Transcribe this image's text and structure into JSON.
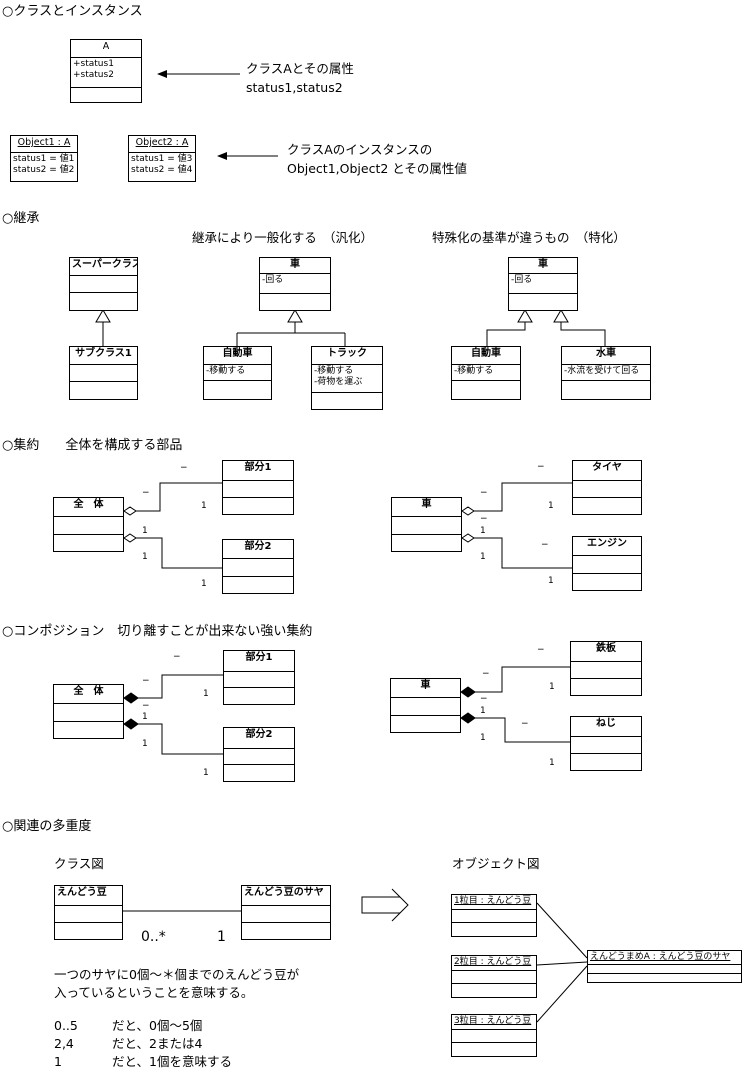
{
  "sections": {
    "class_instance": "○クラスとインスタンス",
    "inheritance": "○継承",
    "aggregation": "○集約　　全体を構成する部品",
    "composition": "○コンポジション　切り離すことが出来ない強い集約",
    "multiplicity": "○関連の多重度"
  },
  "class_instance": {
    "class_a": {
      "name": "A",
      "attr1": "+status1",
      "attr2": "+status2"
    },
    "note1_line1": "クラスAとその属性",
    "note1_line2": "status1,status2",
    "object1": {
      "name": "Object1 : A",
      "attr1": "status1 = 値1",
      "attr2": "status2 = 値2"
    },
    "object2": {
      "name": "Object2 : A",
      "attr1": "status1 = 値3",
      "attr2": "status2 = 値4"
    },
    "note2_line1": "クラスAのインスタンスの",
    "note2_line2": "Object1,Object2 とその属性値"
  },
  "inheritance": {
    "generalization_caption": "継承により一般化する　（汎化）",
    "specialization_caption": "特殊化の基準が違うもの　（特化）",
    "superclass": "スーパークラス",
    "subclass": "サブクラス1",
    "gen_car": {
      "name": "車",
      "op": "-回る"
    },
    "gen_auto": {
      "name": "自動車",
      "op": "-移動する"
    },
    "gen_truck": {
      "name": "トラック",
      "op1": "-移動する",
      "op2": "-荷物を運ぶ"
    },
    "spec_car": {
      "name": "車",
      "op": "-回る"
    },
    "spec_auto": {
      "name": "自動車",
      "op": "-移動する"
    },
    "spec_watermill": {
      "name": "水車",
      "op": "-水流を受けて回る"
    }
  },
  "aggregation": {
    "whole": "全　体",
    "part1": "部分1",
    "part2": "部分2",
    "car": "車",
    "tire": "タイヤ",
    "engine": "エンジン",
    "dash": "−",
    "one": "1"
  },
  "composition": {
    "whole": "全　体",
    "part1": "部分1",
    "part2": "部分2",
    "car": "車",
    "steel": "鉄板",
    "screw": "ねじ",
    "dash": "−",
    "one": "1"
  },
  "multiplicity": {
    "class_diagram_title": "クラス図",
    "object_diagram_title": "オブジェクト図",
    "bean": "えんどう豆",
    "pod": "えんどう豆のサヤ",
    "mult_many": "0..*",
    "mult_one": "1",
    "bean1": "1粒目 : えんどう豆",
    "bean2": "2粒目 : えんどう豆",
    "bean3": "3粒目 : えんどう豆",
    "pod_obj": "えんどうまめA : えんどう豆のサヤ",
    "explain_line1": "一つのサヤに0個～＊個までのえんどう豆が",
    "explain_line2": "入っているということを意味する。",
    "examples": [
      {
        "code": "0..5",
        "text": "だと、0個～5個"
      },
      {
        "code": "2,4",
        "text": "だと、2または4"
      },
      {
        "code": "1",
        "text": "だと、1個を意味する"
      }
    ]
  }
}
